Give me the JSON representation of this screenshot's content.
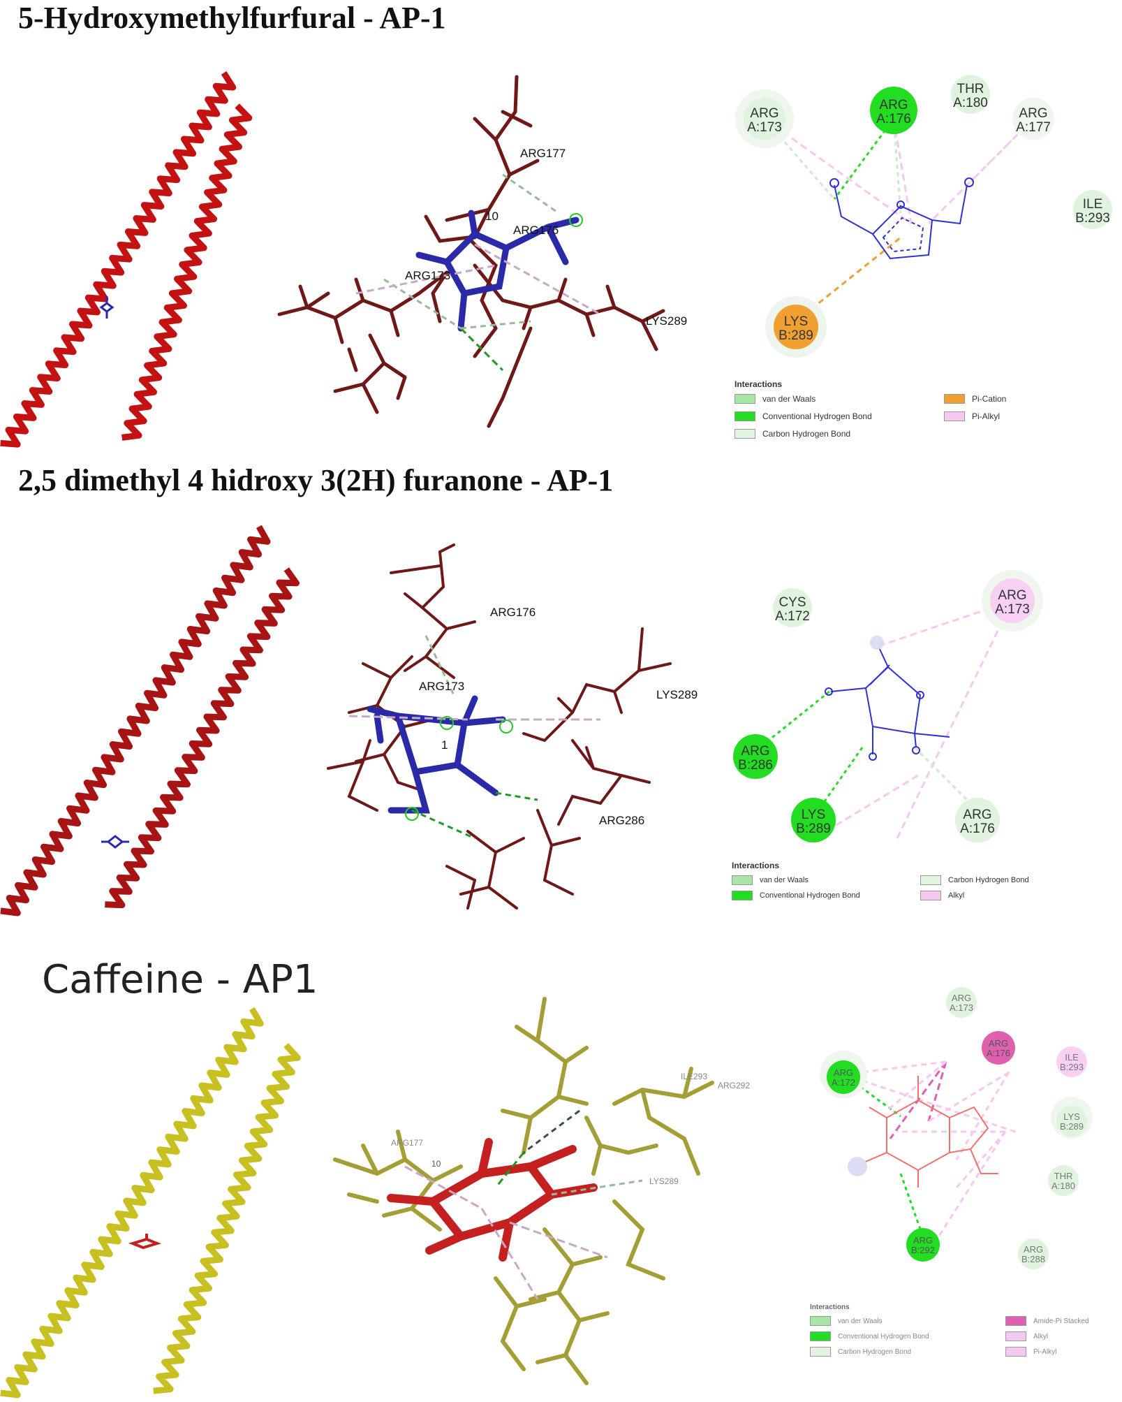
{
  "sections": [
    {
      "title": "5-Hydroxymethylfurfural - AP-1",
      "protein_color": "#c41212",
      "residue_color": "#6e1818",
      "ligand_color": "#2a2aa8",
      "labels3d": [
        "ARG177",
        "10",
        "ARG176",
        "ARG173",
        "LYS289"
      ],
      "residues": [
        {
          "res": "ARG",
          "id": "A:173"
        },
        {
          "res": "ARG",
          "id": "A:176"
        },
        {
          "res": "THR",
          "id": "A:180"
        },
        {
          "res": "ARG",
          "id": "A:177"
        },
        {
          "res": "ILE",
          "id": "B:293"
        },
        {
          "res": "LYS",
          "id": "B:289"
        }
      ],
      "legend": {
        "heading": "Interactions",
        "items": [
          {
            "label": "van der Waals",
            "color": "#a8e6a8"
          },
          {
            "label": "Pi-Cation",
            "color": "#f0a030"
          },
          {
            "label": "Conventional Hydrogen Bond",
            "color": "#22dd22"
          },
          {
            "label": "Pi-Alkyl",
            "color": "#f4c8f0"
          },
          {
            "label": "Carbon Hydrogen Bond",
            "color": "#e0f4e0"
          }
        ]
      }
    },
    {
      "title": "2,5 dimethyl 4 hidroxy 3(2H) furanone - AP-1",
      "protein_color": "#a81414",
      "residue_color": "#6e1818",
      "ligand_color": "#2a2aa8",
      "labels3d": [
        "ARG176",
        "ARG173",
        "1",
        "LYS289",
        "ARG286"
      ],
      "residues": [
        {
          "res": "CYS",
          "id": "A:172"
        },
        {
          "res": "ARG",
          "id": "A:173"
        },
        {
          "res": "ARG",
          "id": "B:286"
        },
        {
          "res": "LYS",
          "id": "B:289"
        },
        {
          "res": "ARG",
          "id": "A:176"
        }
      ],
      "legend": {
        "heading": "Interactions",
        "items": [
          {
            "label": "van der Waals",
            "color": "#a8e6a8"
          },
          {
            "label": "Carbon Hydrogen Bond",
            "color": "#e0f4e0"
          },
          {
            "label": "Conventional Hydrogen Bond",
            "color": "#22dd22"
          },
          {
            "label": "Alkyl",
            "color": "#f4c8f0"
          }
        ]
      }
    },
    {
      "title": "Caffeine - AP1",
      "protein_color": "#c8c020",
      "residue_color": "#9a9420",
      "ligand_color": "#c42020",
      "labels3d": [
        "ARG177",
        "10",
        "ILE293",
        "ARG292",
        "LYS289"
      ],
      "residues": [
        {
          "res": "ARG",
          "id": "A:173"
        },
        {
          "res": "ARG",
          "id": "A:176"
        },
        {
          "res": "ILE",
          "id": "B:293"
        },
        {
          "res": "ARG",
          "id": "A:172"
        },
        {
          "res": "LYS",
          "id": "B:289"
        },
        {
          "res": "THR",
          "id": "A:180"
        },
        {
          "res": "ARG",
          "id": "B:292"
        },
        {
          "res": "ARG",
          "id": "B:288"
        }
      ],
      "legend": {
        "heading": "Interactions",
        "items": [
          {
            "label": "van der Waals",
            "color": "#a8e6a8"
          },
          {
            "label": "Amide-Pi Stacked",
            "color": "#e060b0"
          },
          {
            "label": "Conventional Hydrogen Bond",
            "color": "#22dd22"
          },
          {
            "label": "Alkyl",
            "color": "#f4c8f0"
          },
          {
            "label": "Carbon Hydrogen Bond",
            "color": "#e0f4e0"
          },
          {
            "label": "Pi-Alkyl",
            "color": "#f4c8f0"
          }
        ]
      }
    }
  ]
}
